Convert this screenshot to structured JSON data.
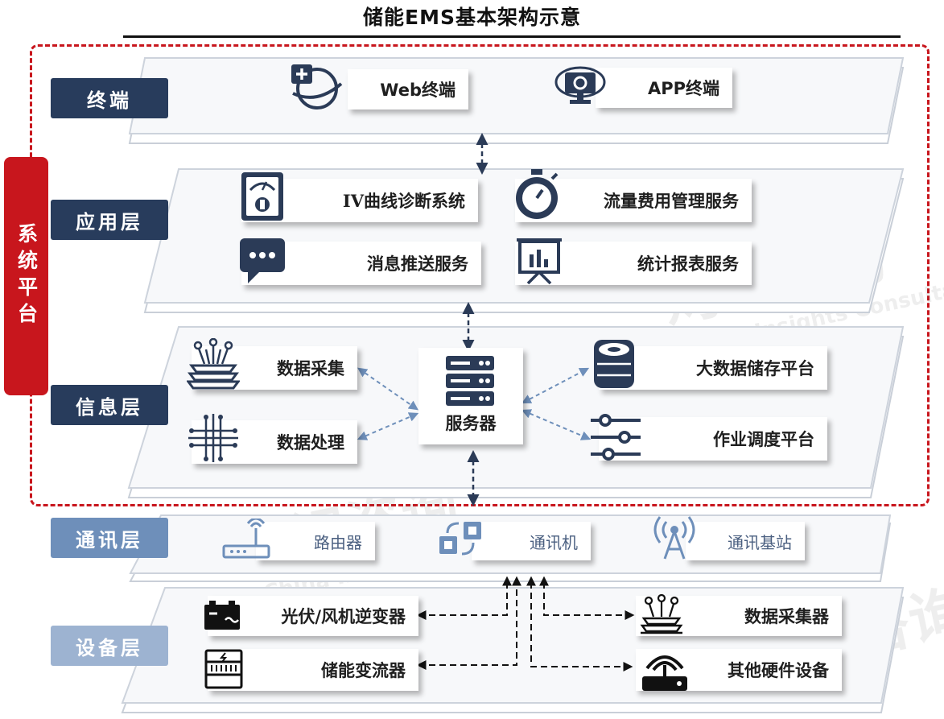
{
  "title": "储能EMS基本架构示意",
  "platform_label": "系统平台",
  "layers": {
    "terminal": "终端",
    "application": "应用层",
    "information": "信息层",
    "communication": "通讯层",
    "device": "设备层"
  },
  "terminal_items": [
    "Web终端",
    "APP终端"
  ],
  "application_items": [
    "IV曲线诊断系统",
    "流量费用管理服务",
    "消息推送服务",
    "统计报表服务"
  ],
  "application_more": "…",
  "information_items": {
    "collect": "数据采集",
    "process": "数据处理",
    "server": "服务器",
    "storage": "大数据储存平台",
    "scheduling": "作业调度平台"
  },
  "communication_items": [
    "路由器",
    "通讯机",
    "通讯基站"
  ],
  "device_items": {
    "inverter": "光伏/风机逆变器",
    "converter": "储能变流器",
    "collector": "数据采集器",
    "other": "其他硬件设备"
  },
  "watermark": [
    "灼识咨询",
    "China Insights Consultancy"
  ],
  "colors": {
    "accent_red": "#c8161d",
    "navy": "#283c5c",
    "comm_blue": "#6e8fba",
    "device_blue": "#9db3d1",
    "icon_navy": "#2b3b57"
  }
}
